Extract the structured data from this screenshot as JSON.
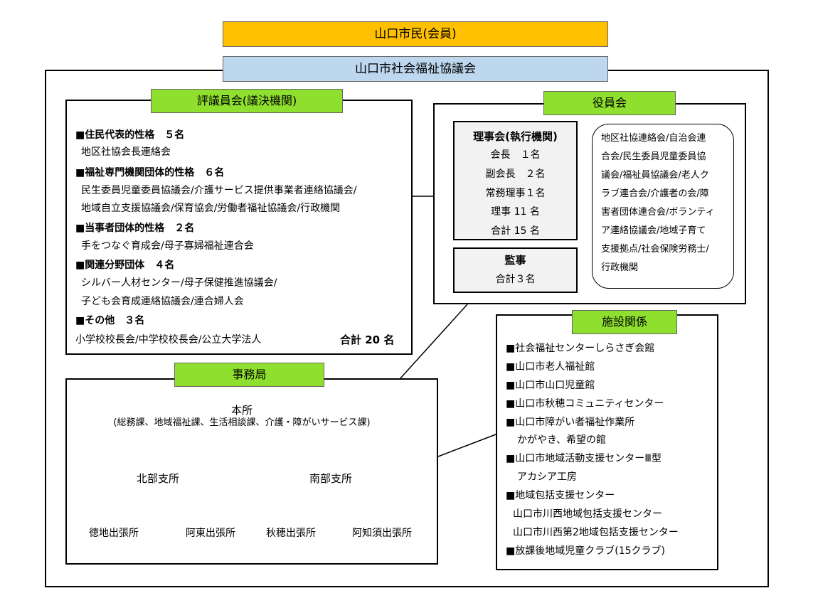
{
  "members": "山口市民(会員)",
  "organization": "山口市社会福祉協議会",
  "council": {
    "title": "評議員会(議決機関)",
    "sections": [
      {
        "heading": "■住民代表的性格　５名",
        "lines": [
          "地区社協会長連絡会"
        ]
      },
      {
        "heading": "■福祉専門機関団体的性格　６名",
        "lines": [
          "民生委員児童委員協議会/介護サービス提供事業者連絡協議会/",
          "地域自立支援協議会/保育協会/労働者福祉協議会/行政機関"
        ]
      },
      {
        "heading": "■当事者団体的性格　２名",
        "lines": [
          "手をつなぐ育成会/母子寡婦福祉連合会"
        ]
      },
      {
        "heading": "■関連分野団体　４名",
        "lines": [
          "シルバー人材センター/母子保健推進協議会/",
          "子ども会育成連絡協議会/連合婦人会"
        ]
      },
      {
        "heading": "■その他　３名",
        "lines": [
          "小学校校長会/中学校校長会/公立大学法人"
        ]
      }
    ],
    "total": "合計 20 名"
  },
  "officers": {
    "title": "役員会",
    "board": {
      "title": "理事会(執行機関)",
      "lines": [
        "会長　１名",
        "副会長　２名",
        "常務理事１名",
        "理事 11 名",
        "合計 15 名"
      ]
    },
    "auditor": {
      "title": "監事",
      "total": "合計３名"
    },
    "note_lines": [
      "地区社協連絡会/自治会連",
      "合会/民生委員児童委員協",
      "議会/福祉員協議会/老人ク",
      "ラブ連合会/介護者の会/障",
      "害者団体連合会/ボランティ",
      "ア連絡協議会/地域子育て",
      "支援拠点/社会保険労務士/",
      "行政機関"
    ]
  },
  "secretariat": {
    "title": "事務局",
    "head_office": "本所",
    "head_office_detail": "(総務課、地域福祉課、生活相談課、介護・障がいサービス課)",
    "branches": [
      {
        "name": "北部支所",
        "offices": [
          "徳地出張所",
          "阿東出張所"
        ]
      },
      {
        "name": "南部支所",
        "offices": [
          "秋穂出張所",
          "阿知須出張所"
        ]
      }
    ]
  },
  "facilities": {
    "title": "施設関係",
    "items": [
      "■社会福祉センターしらさぎ会館",
      "■山口市老人福祉館",
      "■山口市山口児童館",
      "■山口市秋穂コミュニティセンター",
      "■山口市障がい者福祉作業所",
      "かがやき、希望の館",
      "■山口市地域活動支援センターⅢ型",
      "アカシア工房",
      "■地域包括支援センター",
      "山口市川西地域包括支援センター",
      "山口市川西第2地域包括支援センター",
      "■放課後地域児童クラブ(15クラブ)"
    ]
  },
  "colors": {
    "members_bg": "#ffc000",
    "organization_bg": "#bdd7ee",
    "section_title_bg": "#8fe02e",
    "board_bg": "#f2f2f2"
  }
}
